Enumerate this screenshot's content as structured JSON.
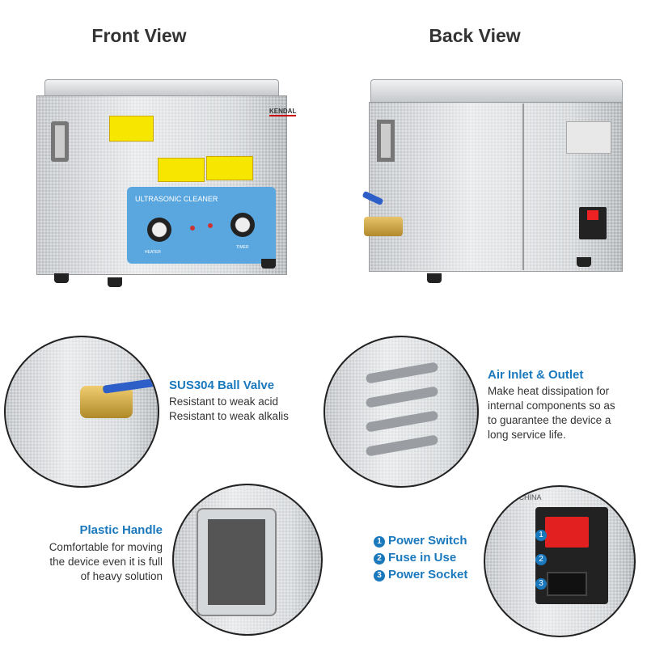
{
  "titles": {
    "front": "Front View",
    "back": "Back View"
  },
  "device": {
    "brand": "KENDAL",
    "panel_label": "ULTRASONIC CLEANER",
    "knob_left": "HEATER",
    "knob_right": "TIMER"
  },
  "features": {
    "valve": {
      "title": "SUS304 Ball Valve",
      "lines": [
        "Resistant to weak acid",
        "Resistant to weak alkalis"
      ]
    },
    "air": {
      "title": "Air Inlet & Outlet",
      "lines": [
        "Make heat dissipation for",
        "internal components so as",
        "to guarantee the device a",
        "long service life."
      ]
    },
    "handle": {
      "title": "Plastic Handle",
      "lines": [
        "Comfortable for moving",
        "the device even it is full",
        "of heavy solution"
      ]
    },
    "power": {
      "items": [
        {
          "n": "1",
          "label": "Power Switch"
        },
        {
          "n": "2",
          "label": "Fuse in Use"
        },
        {
          "n": "3",
          "label": "Power Socket"
        }
      ],
      "plate_text": "IN CHINA"
    }
  },
  "colors": {
    "accent": "#1a78bd",
    "panel": "#5aa7e0",
    "label_yellow": "#f7e600"
  }
}
